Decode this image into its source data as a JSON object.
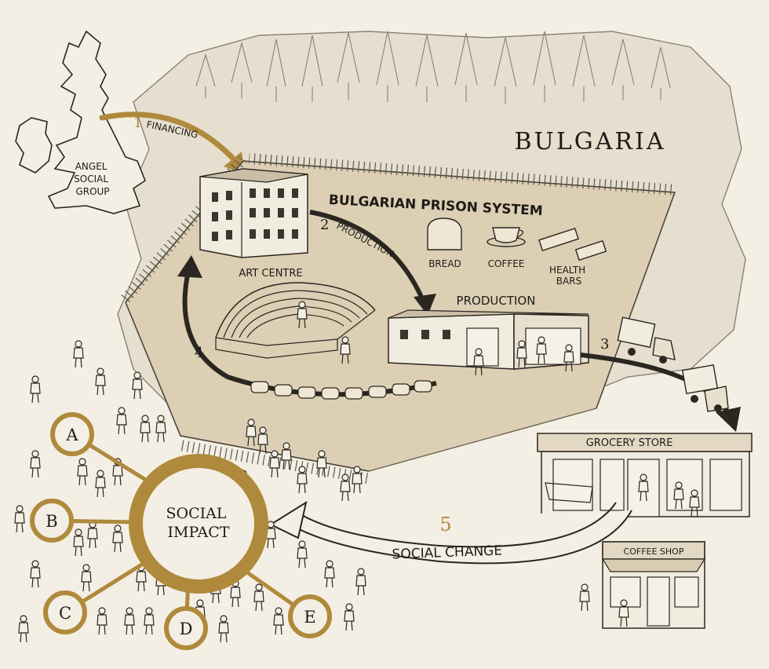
{
  "country": {
    "name": "BULGARIA"
  },
  "uk": {
    "label_lines": [
      "ANGEL",
      "SOCIAL",
      "GROUP"
    ]
  },
  "prison": {
    "label": "BULGARIAN PRISON SYSTEM"
  },
  "art_centre": {
    "label": "ART CENTRE"
  },
  "factory": {
    "label": "PRODUCTION"
  },
  "products": [
    {
      "label_lines": [
        "BREAD"
      ],
      "icon": "bread-icon"
    },
    {
      "label_lines": [
        "COFFEE"
      ],
      "icon": "coffee-cup-icon"
    },
    {
      "label_lines": [
        "HEALTH",
        "BARS"
      ],
      "icon": "health-bar-icon"
    }
  ],
  "steps": {
    "s1_num": "1",
    "s1_label": "FINANCING",
    "s2_num": "2",
    "s2_label": "PRODUCTION",
    "s3_num": "3",
    "s4_num": "4",
    "s5_num": "5",
    "s5_label": "SOCIAL CHANGE"
  },
  "grocery": {
    "label": "GROCERY STORE"
  },
  "coffee_shop": {
    "label": "COFFEE SHOP"
  },
  "impact": {
    "label_lines": [
      "SOCIAL",
      "IMPACT"
    ],
    "nodes": [
      "A",
      "B",
      "C",
      "D",
      "E"
    ]
  },
  "colors": {
    "gold": "#b08a3c",
    "ink": "#2a2620",
    "paper": "#f3efe4",
    "land": "#e4dccb",
    "yard": "#d8ccb2"
  }
}
